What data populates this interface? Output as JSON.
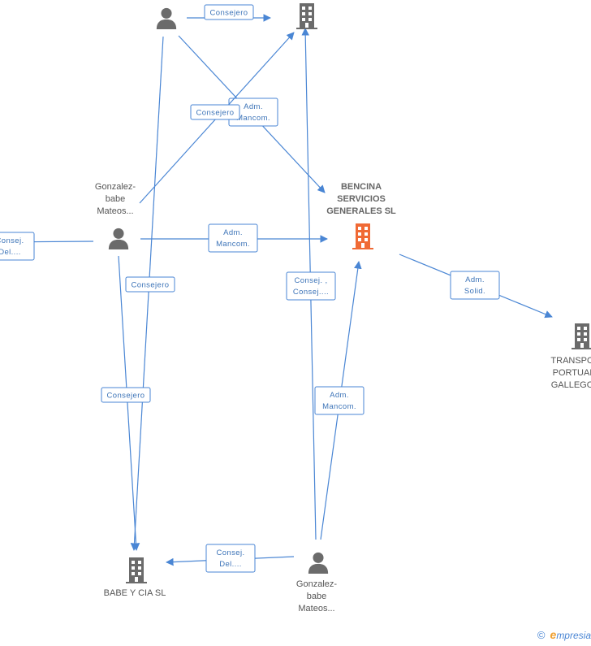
{
  "nodes": {
    "person_top": {
      "type": "person",
      "lines": []
    },
    "person_mid": {
      "type": "person",
      "lines": [
        "Gonzalez-",
        "babe",
        "Mateos..."
      ]
    },
    "person_bottom": {
      "type": "person",
      "lines": [
        "Gonzalez-",
        "babe",
        "Mateos..."
      ]
    },
    "company_top": {
      "type": "company",
      "lines": []
    },
    "company_main": {
      "type": "company",
      "lines": [
        "BENCINA",
        "SERVICIOS",
        "GENERALES SL"
      ]
    },
    "company_right": {
      "type": "company",
      "lines": [
        "TRANSPO",
        "PORTUAI",
        "GALLEGO"
      ]
    },
    "company_babe": {
      "type": "company",
      "lines": [
        "BABE Y CIA SL"
      ]
    }
  },
  "edges": [
    {
      "from": "person_top",
      "to": "company_top",
      "label": [
        "Consejero"
      ]
    },
    {
      "from": "person_top",
      "to": "company_main",
      "label": [
        "Adm.",
        "Mancom."
      ]
    },
    {
      "from": "person_mid",
      "to": "company_top",
      "label": [
        "Consejero"
      ]
    },
    {
      "from": "person_mid",
      "to": "company_main",
      "label": [
        "Adm.",
        "Mancom."
      ]
    },
    {
      "from": "person_mid",
      "to": "offscreen_left",
      "label": [
        "Consej.",
        "Del...."
      ]
    },
    {
      "from": "person_top",
      "to": "company_babe",
      "label": [
        "Consejero"
      ]
    },
    {
      "from": "person_mid",
      "to": "company_babe",
      "label": [
        "Consejero"
      ]
    },
    {
      "from": "person_bottom",
      "to": "company_top",
      "label": [
        "Consej. ,",
        "Consej...."
      ]
    },
    {
      "from": "person_bottom",
      "to": "company_main",
      "label": [
        "Adm.",
        "Mancom."
      ]
    },
    {
      "from": "person_bottom",
      "to": "company_babe",
      "label": [
        "Consej.",
        "Del...."
      ]
    },
    {
      "from": "company_main",
      "to": "company_right",
      "label": [
        "Adm.",
        "Solid."
      ]
    }
  ],
  "colors": {
    "edge": "#4a86d4",
    "node_icon": "#6b6b6b",
    "main_company_icon": "#f06a35"
  },
  "footer": {
    "copyright": "©",
    "brand_first": "e",
    "brand_rest": "mpresia"
  }
}
